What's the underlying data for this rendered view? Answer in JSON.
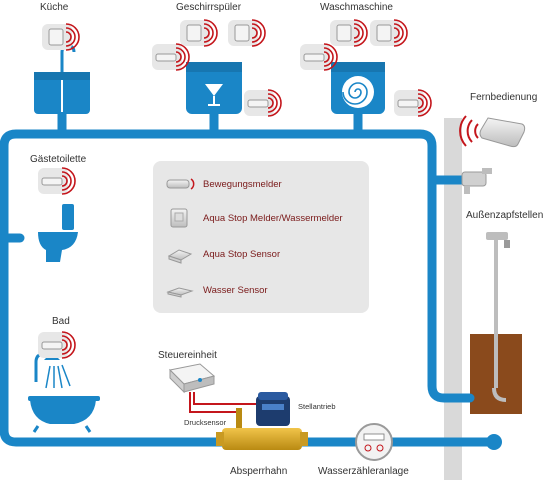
{
  "labels": {
    "kueche": "Küche",
    "geschirrspueler": "Geschirrspüler",
    "waschmaschine": "Waschmaschine",
    "fernbedienung": "Fernbedienung",
    "gaestetoilette": "Gästetoilette",
    "aussenzapfstellen": "Außenzapfstellen",
    "bad": "Bad",
    "steuereinheit": "Steuereinheit",
    "stellantrieb": "Stellantrieb",
    "drucksensor": "Drucksensor",
    "absperrhahn": "Absperrhahn",
    "wasserzaehleranlage": "Wasserzähleranlage"
  },
  "legend": [
    {
      "label": "Bewegungsmelder",
      "icon": "motion-sensor-icon"
    },
    {
      "label": "Aqua Stop Melder/Wassermelder",
      "icon": "water-detector-icon"
    },
    {
      "label": "Aqua Stop Sensor",
      "icon": "aqua-stop-sensor-icon"
    },
    {
      "label": "Wasser Sensor",
      "icon": "water-sensor-icon"
    }
  ],
  "colors": {
    "pipe": "#1a86c7",
    "fixture": "#1a86c7",
    "wave": "#c4161c",
    "legend_bg": "#e7e7e7",
    "wall": "#d9d9d9",
    "soil": "#8a4a1c"
  }
}
